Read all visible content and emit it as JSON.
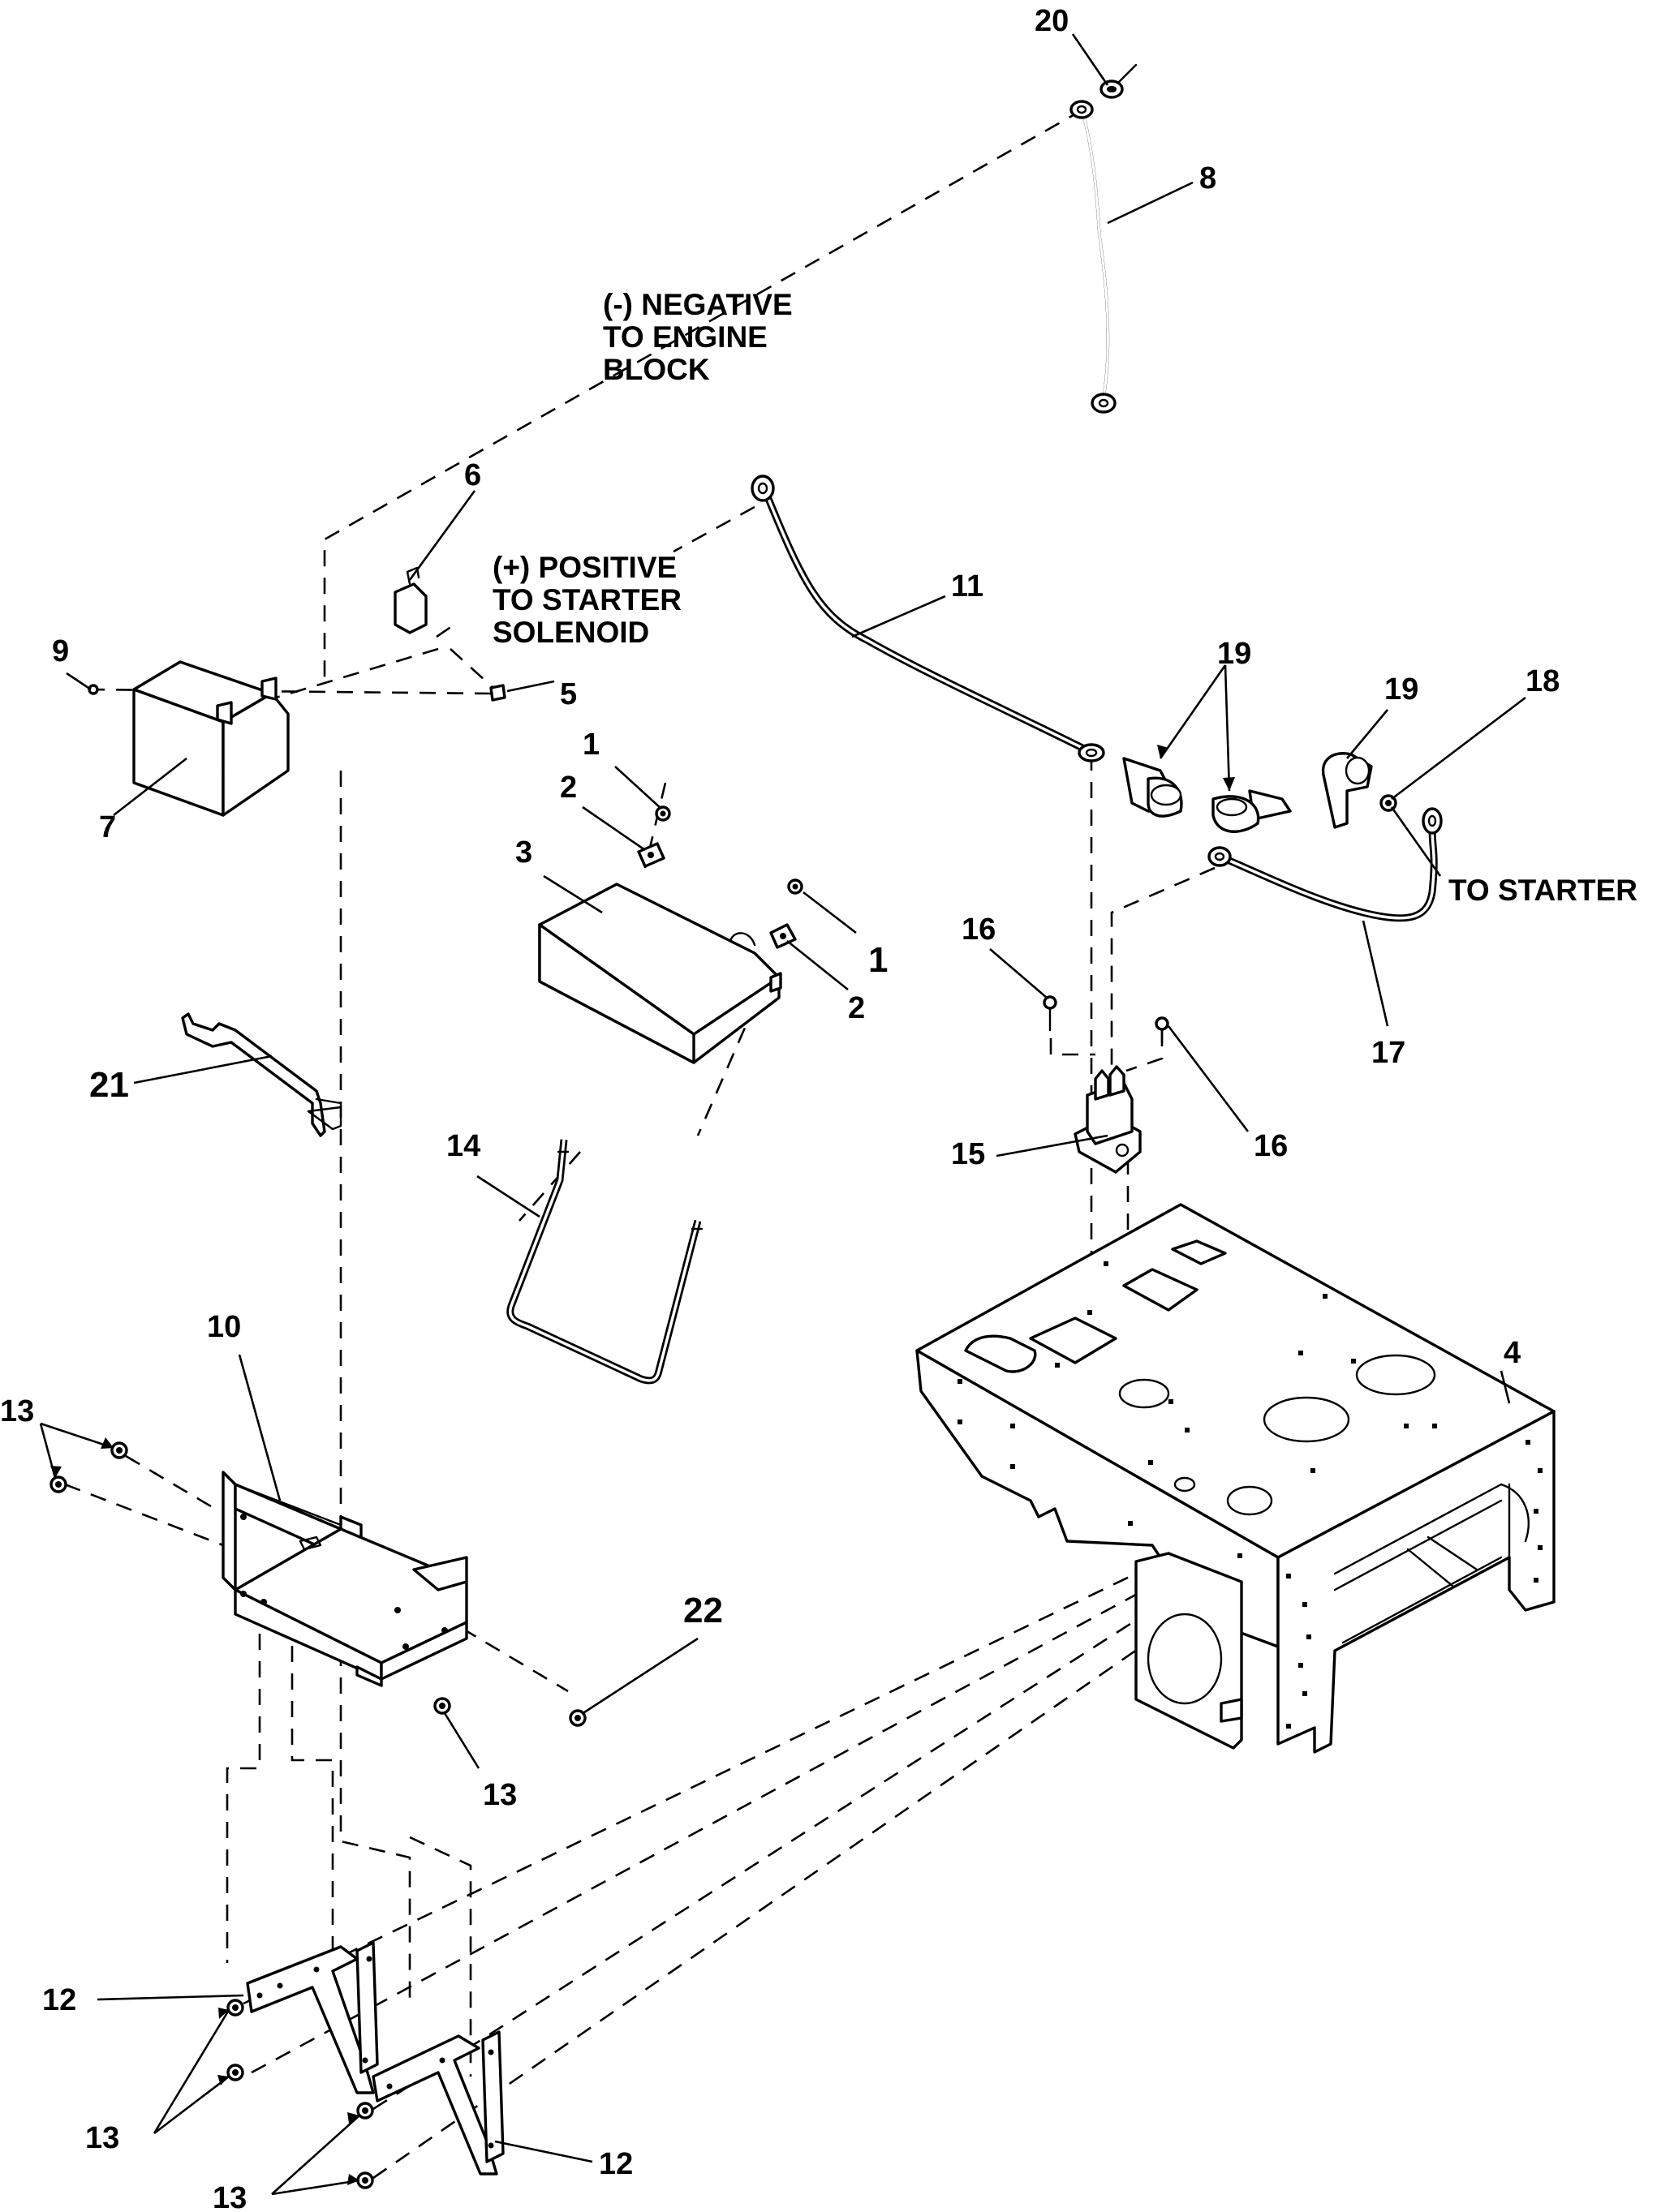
{
  "callouts": {
    "c1a": "1",
    "c1b": "1",
    "c2a": "2",
    "c2b": "2",
    "c3": "3",
    "c4": "4",
    "c5": "5",
    "c6": "6",
    "c7": "7",
    "c8": "8",
    "c9": "9",
    "c10": "10",
    "c11": "11",
    "c12a": "12",
    "c12b": "12",
    "c13a": "13",
    "c13b": "13",
    "c13c": "13",
    "c13d": "13",
    "c14": "14",
    "c15": "15",
    "c16a": "16",
    "c16b": "16",
    "c17": "17",
    "c18": "18",
    "c19a": "19",
    "c19b": "19",
    "c20": "20",
    "c21": "21",
    "c22": "22"
  },
  "notes": {
    "negative": [
      "(-) NEGATIVE",
      "TO ENGINE",
      "BLOCK"
    ],
    "positive": [
      "(+) POSITIVE",
      "TO STARTER",
      "SOLENOID"
    ],
    "to_starter": "TO STARTER"
  }
}
